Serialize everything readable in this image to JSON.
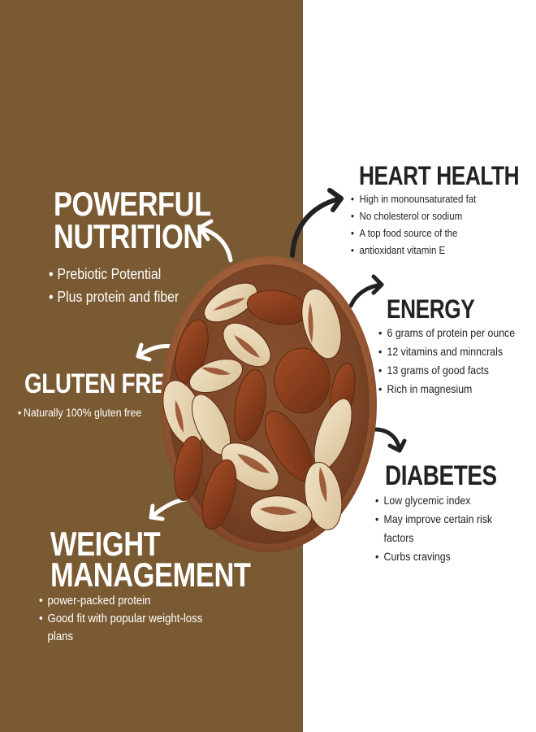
{
  "colors": {
    "panel": "#7a5a32",
    "text_light": "#ffffff",
    "text_dark": "#222222",
    "bowl": "#9b5f3a",
    "nut_shell": "#8c3f1f",
    "nut_cream": "#e9d8b6"
  },
  "powerful_nutrition": {
    "title_line1": "POWERFUL",
    "title_line2": "NUTRITION",
    "items": [
      "Prebiotic Potential",
      "Plus protein and fiber"
    ]
  },
  "gluten_free": {
    "title": "GLUTEN FREE",
    "items": [
      "Naturally 100% gluten free"
    ]
  },
  "weight_management": {
    "title_line1": "WEIGHT",
    "title_line2": "MANAGEMENT",
    "items": [
      "power-packed protein",
      "Good fit with popular weight-loss plans"
    ]
  },
  "heart_health": {
    "title": "HEART HEALTH",
    "items": [
      "High in monounsaturated fat",
      "No cholesterol or sodium",
      "A top food source of the",
      "antioxidant vitamin E"
    ]
  },
  "energy": {
    "title": "ENERGY",
    "items": [
      "6 grams of protein per ounce",
      "12 vitamins and minncrals",
      "13 grams of good facts",
      "Rich in magnesium"
    ]
  },
  "diabetes": {
    "title": "DIABETES",
    "items": [
      "Low glycemic index",
      "May improve certain risk factors",
      "Curbs cravings"
    ]
  },
  "icons": {
    "arrow_light": "curved-arrow-white-icon",
    "arrow_dark": "curved-arrow-black-icon",
    "bowl": "brazil-nut-bowl-image"
  }
}
